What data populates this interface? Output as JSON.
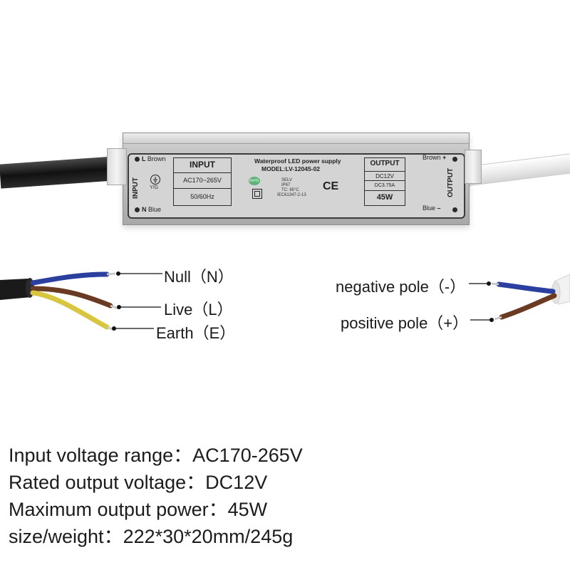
{
  "product": {
    "left_side": {
      "input_side_label": "INPUT",
      "l_terminal": "L",
      "l_color": "Brown",
      "n_terminal": "N",
      "n_color": "Blue",
      "yg_label": "Y/G"
    },
    "input_panel": {
      "title": "INPUT",
      "voltage": "AC170~265V",
      "frequency": "50/60Hz"
    },
    "center": {
      "line1": "Waterproof LED power supply",
      "line2": "MODEL:LV-12045-02",
      "rohs": "RoHS",
      "selv": "SELV",
      "ip": "IP67",
      "tc": "TC: 85°C",
      "iec": "IEC61347-2-13",
      "ce": "CE"
    },
    "output_panel": {
      "title": "OUTPUT",
      "voltage": "DC12V",
      "current": "DC3.75A",
      "power": "45W"
    },
    "right_side": {
      "output_side_label": "OUTPUT",
      "pos_color": "Brown",
      "pos_sign": "+",
      "neg_color": "Blue",
      "neg_sign": "–"
    },
    "colors": {
      "case": "#c4c4c4",
      "plate_border": "#3b3b3b",
      "left_cable": "#1a1a1a",
      "right_cable": "#f2f2f2"
    }
  },
  "wiring": {
    "input": {
      "null": "Null（N）",
      "live": "Live（L）",
      "earth": "Earth（E）"
    },
    "output": {
      "negative": "negative pole（-）",
      "positive": "positive pole（+）"
    },
    "colors": {
      "blue_wire": "#2b3f9e",
      "brown_wire": "#6b3a22",
      "yellow_wire": "#d8c640",
      "cable": "#1a1a1a",
      "white_cable": "#f2f2f2"
    }
  },
  "specs": [
    "Input voltage range：AC170-265V",
    "Rated output voltage：DC12V",
    "Maximum output power：45W",
    "size/weight：222*30*20mm/245g"
  ]
}
